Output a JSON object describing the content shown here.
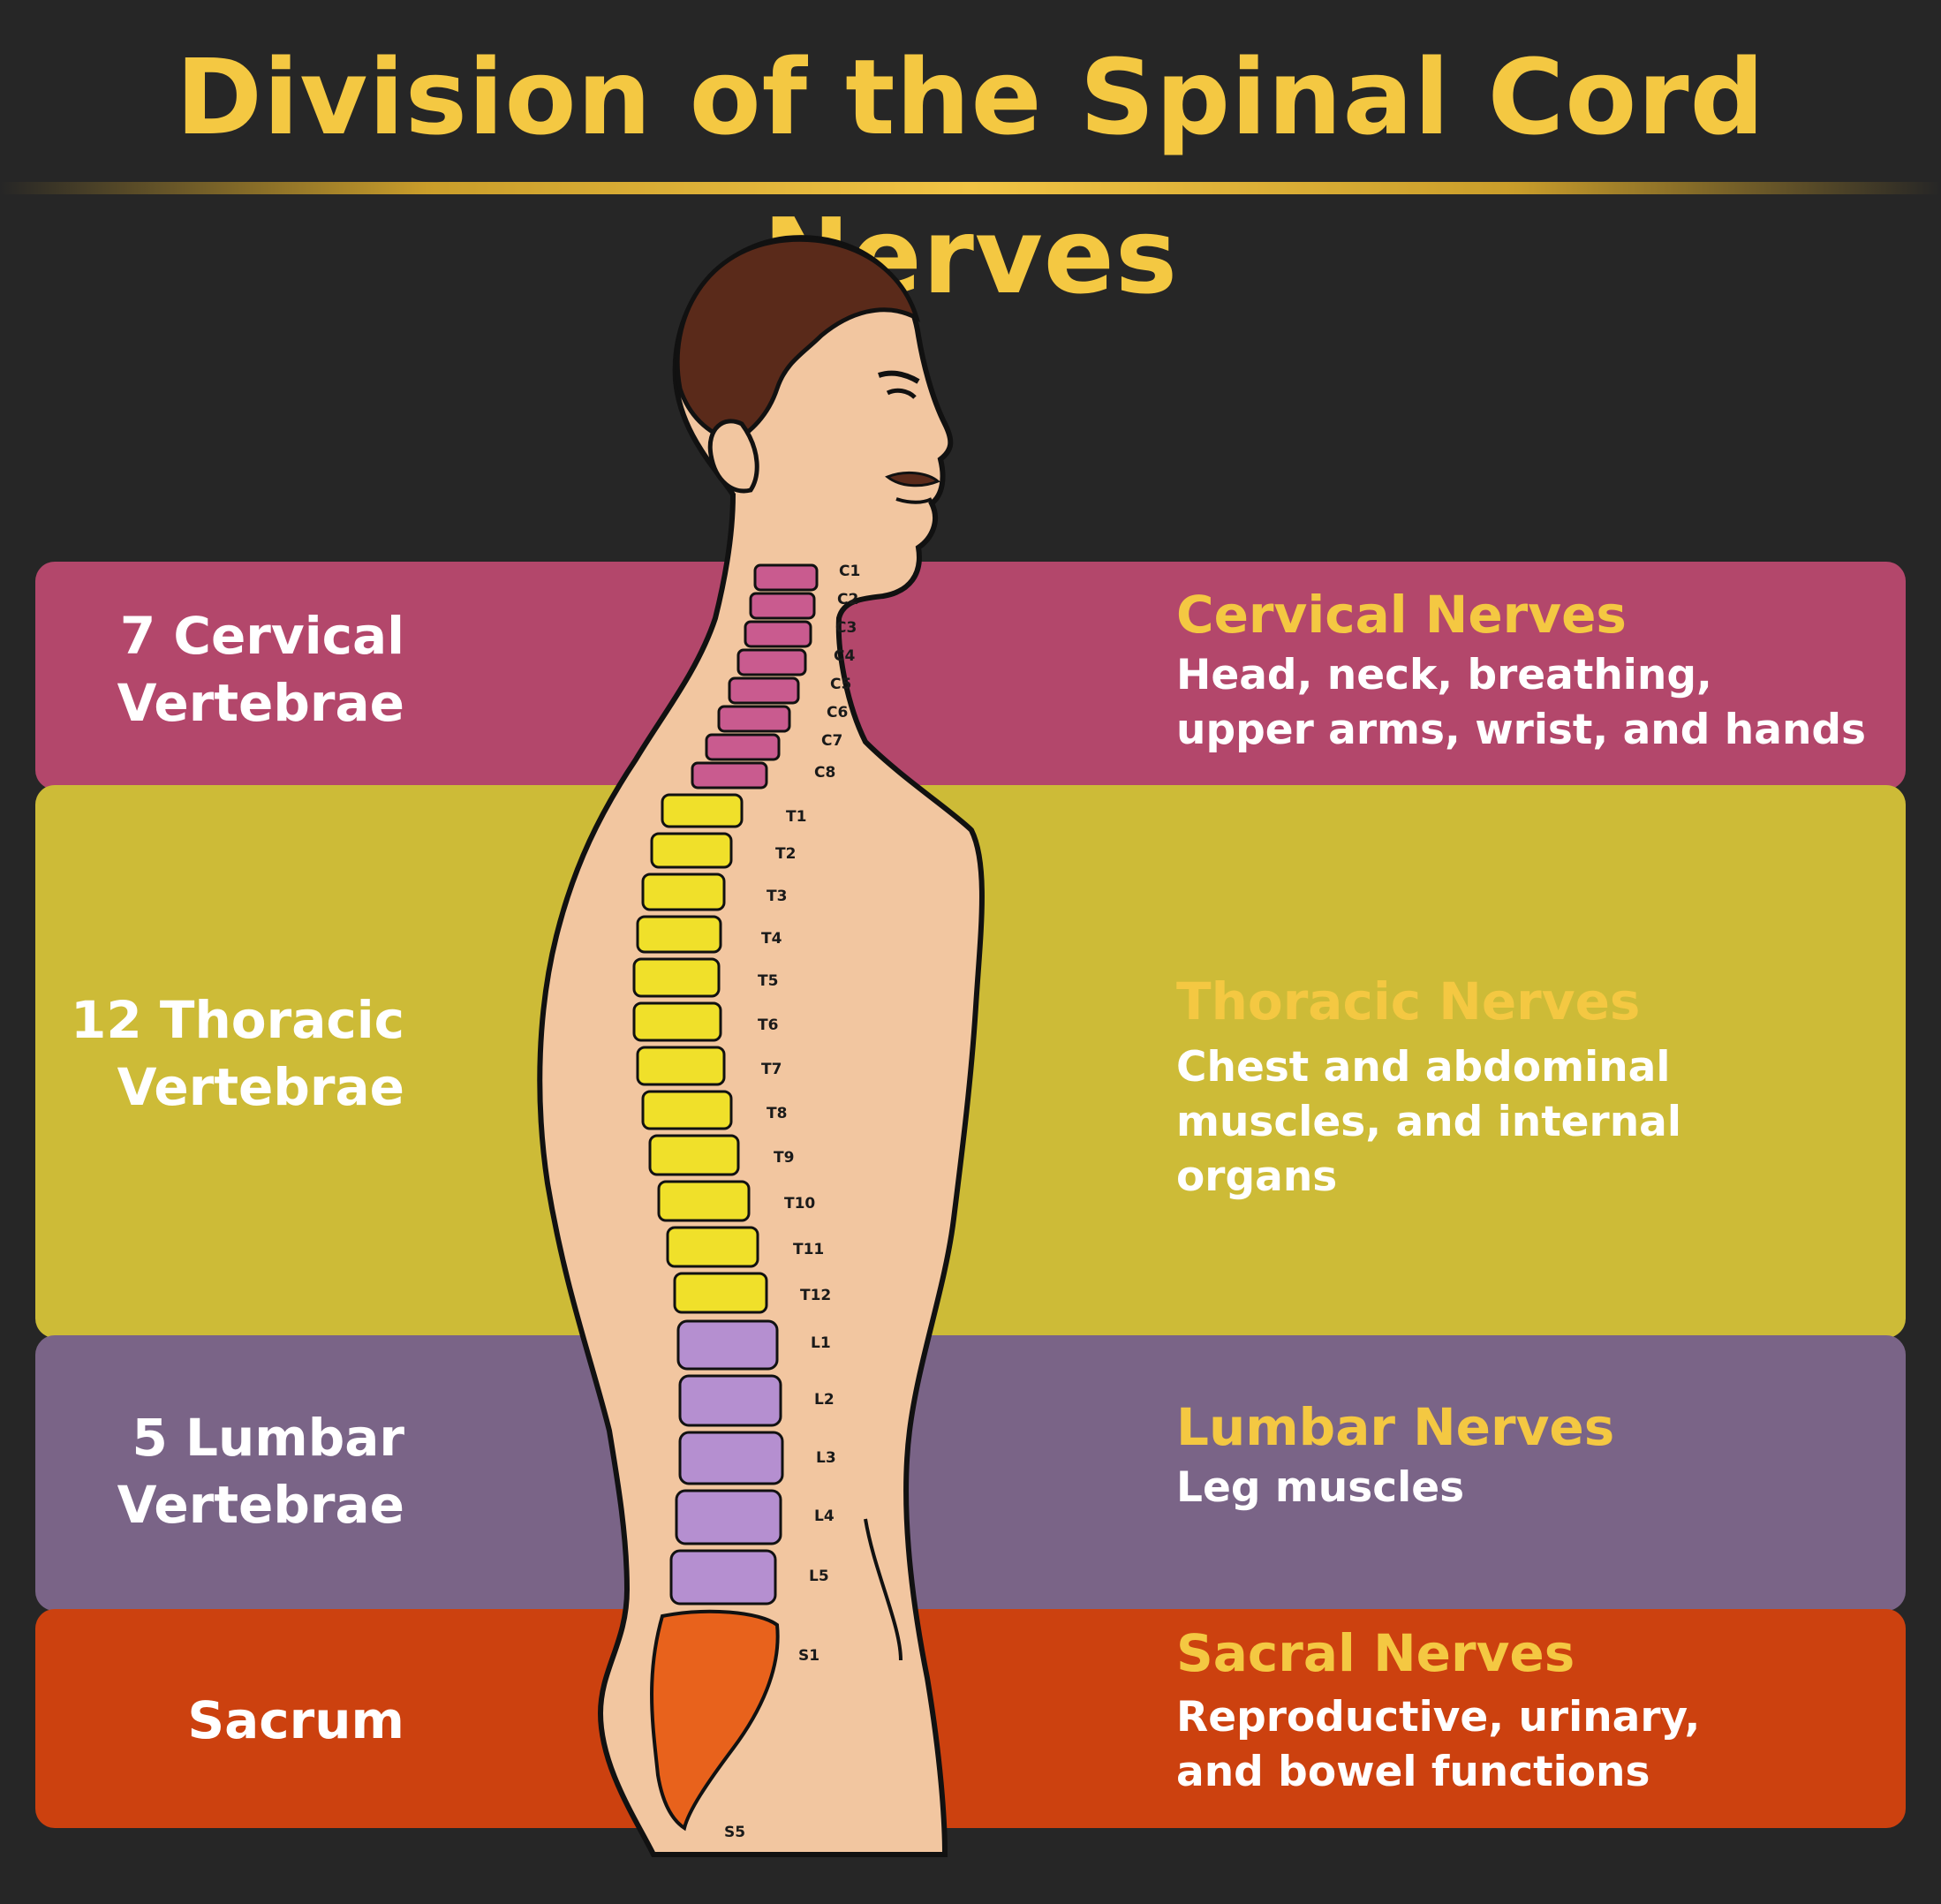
{
  "title": "Division of the Spinal Cord Nerves",
  "colors": {
    "background": "#262626",
    "title": "#f4c842",
    "cervical": "#b3476b",
    "thoracic": "#cdbb37",
    "lumbar": "#7a6487",
    "sacral": "#cc410f",
    "skin": "#f2c6a0",
    "hair": "#5a2a1a"
  },
  "sections": [
    {
      "left_lines": [
        "7 Cervical",
        "Vertebrae"
      ],
      "nerve_title": "Cervical Nerves",
      "description_lines": [
        "Head, neck, breathing,",
        "upper arms, wrist, and hands"
      ]
    },
    {
      "left_lines": [
        "12 Thoracic",
        "Vertebrae"
      ],
      "nerve_title": "Thoracic Nerves",
      "description_lines": [
        "Chest and abdominal",
        "muscles, and internal",
        "organs"
      ]
    },
    {
      "left_lines": [
        "5 Lumbar",
        "Vertebrae"
      ],
      "nerve_title": "Lumbar Nerves",
      "description_lines": [
        "Leg muscles"
      ]
    },
    {
      "left_lines": [
        "Sacrum"
      ],
      "nerve_title": "Sacral Nerves",
      "description_lines": [
        "Reproductive, urinary,",
        "and bowel functions"
      ]
    }
  ],
  "spine_labels": {
    "cervical": [
      "C1",
      "C2",
      "C3",
      "C4",
      "C5",
      "C6",
      "C7",
      "C8"
    ],
    "thoracic": [
      "T1",
      "T2",
      "T3",
      "T4",
      "T5",
      "T6",
      "T7",
      "T8",
      "T9",
      "T10",
      "T11",
      "T12"
    ],
    "lumbar": [
      "L1",
      "L2",
      "L3",
      "L4",
      "L5"
    ],
    "sacral": [
      "S1",
      "S5"
    ]
  }
}
